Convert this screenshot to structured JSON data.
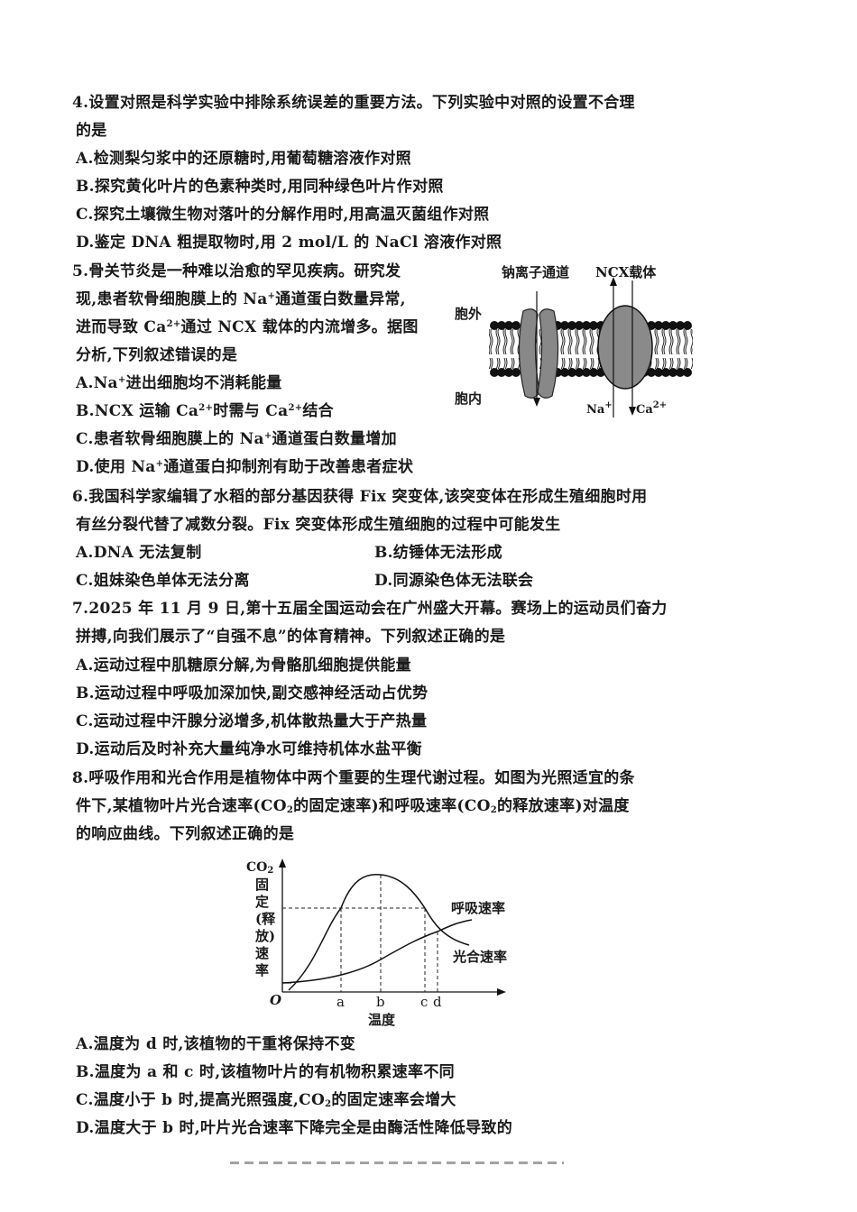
{
  "q4": {
    "stem_line1": "4.设置对照是科学实验中排除系统误差的重要方法。下列实验中对照的设置不合理",
    "stem_line2": "的是",
    "options": [
      "A.检测梨匀浆中的还原糖时,用葡萄糖溶液作对照",
      "B.探究黄化叶片的色素种类时,用同种绿色叶片作对照",
      "C.探究土壤微生物对落叶的分解作用时,用高温灭菌组作对照",
      "D.鉴定 DNA 粗提取物时,用 2 mol/L 的 NaCl 溶液作对照"
    ]
  },
  "q5": {
    "stem_line1": "5.骨关节炎是一种难以治愈的罕见疾病。研究发",
    "stem_line2_a": "现,患者软骨细胞膜上的 Na",
    "stem_line2_b": "通道蛋白数量异常,",
    "stem_line3_a": "进而导致 Ca",
    "stem_line3_b": "通过 NCX 载体的内流增多。据图",
    "stem_line4": "分析,下列叙述错误的是",
    "sup_plus": "+",
    "sup_2plus": "2+",
    "option_a_1": "A.Na",
    "option_a_2": "进出细胞均不消耗能量",
    "option_b_1": "B.NCX 运输 Ca",
    "option_b_2": "时需与 Ca",
    "option_b_3": "结合",
    "option_c_1": "C.患者软骨细胞膜上的 Na",
    "option_c_2": "通道蛋白数量增加",
    "option_d_1": "D.使用 Na",
    "option_d_2": "通道蛋白抑制剂有助于改善患者症状",
    "figure": {
      "label_channel": "钠离子通道",
      "label_ncx": "NCX载体",
      "label_outside": "胞外",
      "label_inside": "胞内",
      "label_na": "Na",
      "label_ca": "Ca",
      "sup_plus": "+",
      "sup_2plus": "2+"
    }
  },
  "q6": {
    "stem_line1": "6.我国科学家编辑了水稻的部分基因获得 Fix 突变体,该突变体在形成生殖细胞时用",
    "stem_line2": "有丝分裂代替了减数分裂。Fix 突变体形成生殖细胞的过程中可能发生",
    "options": [
      "A.DNA 无法复制",
      "B.纺锤体无法形成",
      "C.姐妹染色单体无法分离",
      "D.同源染色体无法联会"
    ]
  },
  "q7": {
    "stem_line1": "7.2025 年 11 月 9 日,第十五届全国运动会在广州盛大开幕。赛场上的运动员们奋力",
    "stem_line2": "拼搏,向我们展示了“自强不息”的体育精神。下列叙述正确的是",
    "options": [
      "A.运动过程中肌糖原分解,为骨骼肌细胞提供能量",
      "B.运动过程中呼吸加深加快,副交感神经活动占优势",
      "C.运动过程中汗腺分泌增多,机体散热量大于产热量",
      "D.运动后及时补充大量纯净水可维持机体水盐平衡"
    ]
  },
  "q8": {
    "stem_line1": "8.呼吸作用和光合作用是植物体中两个重要的生理代谢过程。如图为光照适宜的条",
    "stem_line2_a": "件下,某植物叶片光合速率(CO",
    "stem_line2_b": "的固定速率)和呼吸速率(CO",
    "stem_line2_c": "的释放速率)对温度",
    "stem_line3": "的响应曲线。下列叙述正确的是",
    "sub_2": "2",
    "options": {
      "a": "A.温度为 d 时,该植物的干重将保持不变",
      "b": "B.温度为 a 和 c 时,该植物叶片的有机物积累速率不同",
      "c_1": "C.温度小于 b 时,提高光照强度,CO",
      "c_2": "的固定速率会增大",
      "d": "D.温度大于 b 时,叶片光合速率下降完全是由酶活性降低导致的"
    }
  },
  "chart_data": {
    "type": "line",
    "title": "",
    "xlabel": "温度",
    "ylabel": "CO2固定(释放)速率",
    "origin_label": "O",
    "x_ticks": [
      "a",
      "b",
      "c",
      "d"
    ],
    "x": [
      0,
      0.05,
      0.15,
      0.25,
      0.32,
      0.45,
      0.55,
      0.65,
      0.72,
      0.78,
      0.88,
      1.0
    ],
    "series": [
      {
        "name": "光合速率",
        "values": [
          0.0,
          0.02,
          0.2,
          0.55,
          0.73,
          0.95,
          1.0,
          0.93,
          0.8,
          0.73,
          0.62,
          0.47
        ]
      },
      {
        "name": "呼吸速率",
        "values": [
          0.07,
          0.08,
          0.1,
          0.13,
          0.16,
          0.22,
          0.3,
          0.42,
          0.52,
          0.58,
          0.65,
          0.72
        ]
      }
    ],
    "annotations": [
      "dashed horizontal line at photosynthesis level of a and c",
      "dashed verticals at a, b, c, d",
      "curves intersect at d"
    ],
    "legend": [
      "呼吸速率",
      "光合速率"
    ],
    "grid": false
  }
}
